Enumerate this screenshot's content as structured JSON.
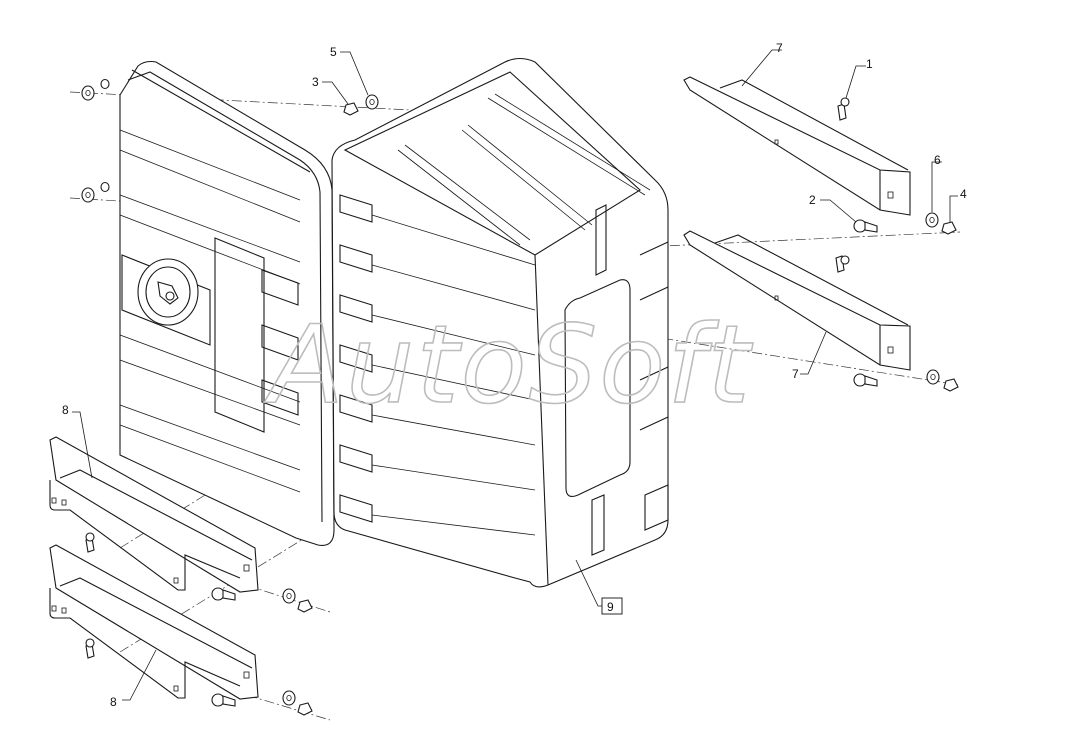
{
  "diagram": {
    "watermark": "AutoSoft",
    "callouts": [
      {
        "id": "1",
        "label": "1"
      },
      {
        "id": "2",
        "label": "2"
      },
      {
        "id": "3",
        "label": "3"
      },
      {
        "id": "4",
        "label": "4"
      },
      {
        "id": "5",
        "label": "5"
      },
      {
        "id": "6",
        "label": "6"
      },
      {
        "id": "7a",
        "label": "7"
      },
      {
        "id": "7b",
        "label": "7"
      },
      {
        "id": "8a",
        "label": "8"
      },
      {
        "id": "8b",
        "label": "8"
      },
      {
        "id": "9",
        "label": "9"
      }
    ]
  }
}
